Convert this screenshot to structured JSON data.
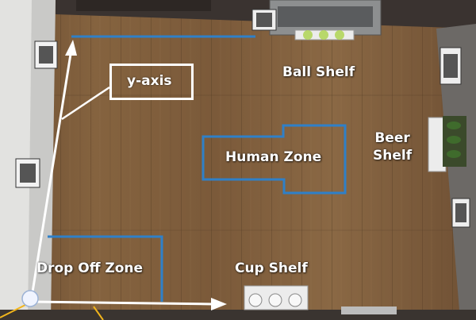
{
  "image": {
    "description_labels": {
      "y_axis": "y-axis",
      "ball_shelf": "Ball Shelf",
      "beer_shelf_line1": "Beer",
      "beer_shelf_line2": "Shelf",
      "human_zone": "Human Zone",
      "drop_off_zone": "Drop Off Zone",
      "cup_shelf": "Cup Shelf"
    }
  },
  "colors": {
    "floor_base": "#7a5a3c",
    "zone_line": "#2f80c8",
    "axis": "#ffffff",
    "origin_marker": "#f0f4ff",
    "accent_line": "#f1b51c"
  },
  "icons": [
    "origin-marker",
    "qr-marker",
    "shelf-with-balls",
    "shelf-with-bottles",
    "shelf-with-cups"
  ]
}
